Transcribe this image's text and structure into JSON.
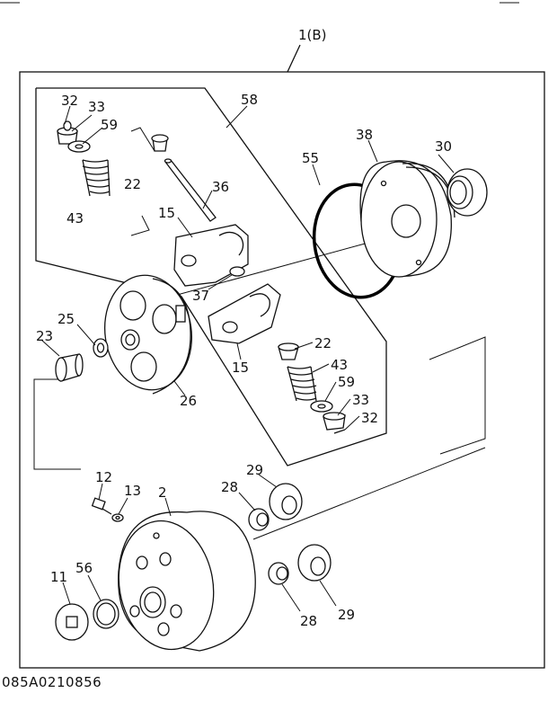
{
  "assembly_label": "1(B)",
  "drawing_code": "085A0210856",
  "callouts": [
    {
      "key": "c32a",
      "text": "32"
    },
    {
      "key": "c33a",
      "text": "33"
    },
    {
      "key": "c59a",
      "text": "59"
    },
    {
      "key": "c22a",
      "text": "22"
    },
    {
      "key": "c43a",
      "text": "43"
    },
    {
      "key": "c58",
      "text": "58"
    },
    {
      "key": "c36",
      "text": "36"
    },
    {
      "key": "c15a",
      "text": "15"
    },
    {
      "key": "c38",
      "text": "38"
    },
    {
      "key": "c30",
      "text": "30"
    },
    {
      "key": "c55",
      "text": "55"
    },
    {
      "key": "c37",
      "text": "37"
    },
    {
      "key": "c25",
      "text": "25"
    },
    {
      "key": "c23",
      "text": "23"
    },
    {
      "key": "c22b",
      "text": "22"
    },
    {
      "key": "c43b",
      "text": "43"
    },
    {
      "key": "c15b",
      "text": "15"
    },
    {
      "key": "c26",
      "text": "26"
    },
    {
      "key": "c59b",
      "text": "59"
    },
    {
      "key": "c33b",
      "text": "33"
    },
    {
      "key": "c32b",
      "text": "32"
    },
    {
      "key": "c12",
      "text": "12"
    },
    {
      "key": "c13",
      "text": "13"
    },
    {
      "key": "c2",
      "text": "2"
    },
    {
      "key": "c29a",
      "text": "29"
    },
    {
      "key": "c28a",
      "text": "28"
    },
    {
      "key": "c11",
      "text": "11"
    },
    {
      "key": "c56",
      "text": "56"
    },
    {
      "key": "c28b",
      "text": "28"
    },
    {
      "key": "c29b",
      "text": "29"
    }
  ]
}
